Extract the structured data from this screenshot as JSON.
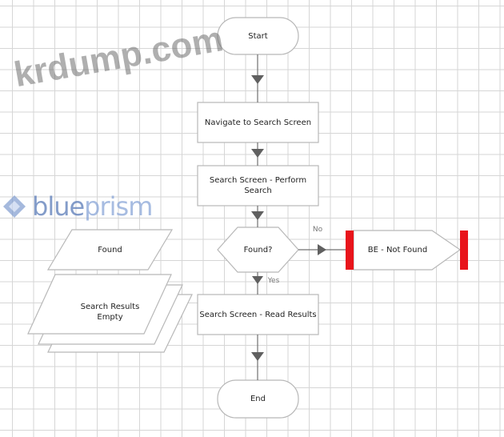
{
  "nodes": {
    "start": "Start",
    "navigate": "Navigate to Search Screen",
    "perform_search": "Search Screen - Perform Search",
    "decision": "Found?",
    "read_results": "Search Screen - Read Results",
    "end": "End",
    "not_found": "BE - Not Found",
    "found_data": "Found",
    "results_empty": "Search Results Empty"
  },
  "edges": {
    "no": "No",
    "yes": "Yes"
  },
  "logo": {
    "blue": "blue",
    "prism": "prism"
  },
  "watermark": "krdump.com",
  "colors": {
    "exception": "#e8141b",
    "arrow": "#606060"
  }
}
